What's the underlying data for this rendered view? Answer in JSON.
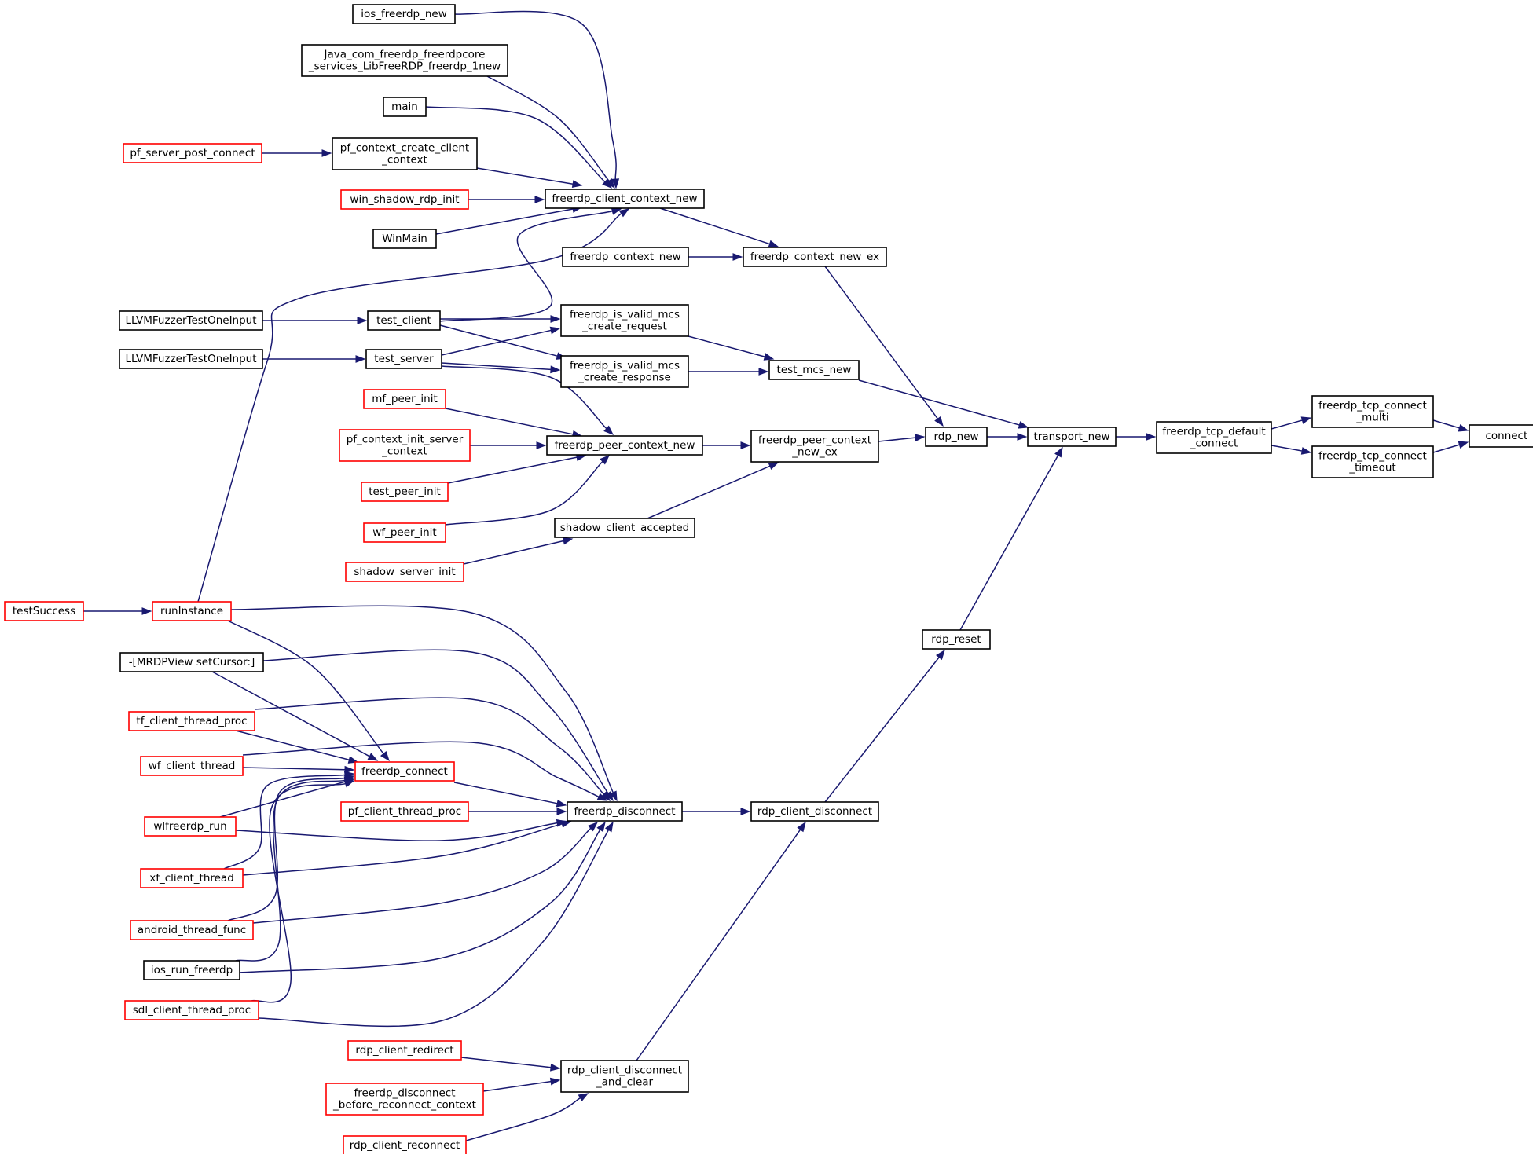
{
  "colors": {
    "edge": "#191970",
    "node_border": "#000000",
    "node_border_unresolved": "#ff0000",
    "node_highlight_fill": "#bfbfbf",
    "background": "#ffffff"
  },
  "nodes": {
    "n_connect": {
      "lines": [
        "_connect"
      ],
      "kind": "highlight"
    },
    "n_multi": {
      "lines": [
        "freerdp_tcp_connect",
        "_multi"
      ],
      "kind": "normal"
    },
    "n_timeout": {
      "lines": [
        "freerdp_tcp_connect",
        "_timeout"
      ],
      "kind": "normal"
    },
    "n_default": {
      "lines": [
        "freerdp_tcp_default",
        "_connect"
      ],
      "kind": "normal"
    },
    "n_transport": {
      "lines": [
        "transport_new"
      ],
      "kind": "normal"
    },
    "n_rdpnew": {
      "lines": [
        "rdp_new"
      ],
      "kind": "normal"
    },
    "n_rdpreset": {
      "lines": [
        "rdp_reset"
      ],
      "kind": "normal"
    },
    "n_testmcs": {
      "lines": [
        "test_mcs_new"
      ],
      "kind": "normal"
    },
    "n_ctxnewex": {
      "lines": [
        "freerdp_context_new_ex"
      ],
      "kind": "normal"
    },
    "n_peerctxex": {
      "lines": [
        "freerdp_peer_context",
        "_new_ex"
      ],
      "kind": "normal"
    },
    "n_rdpclientdisc": {
      "lines": [
        "rdp_client_disconnect"
      ],
      "kind": "normal"
    },
    "n_clientctxnew": {
      "lines": [
        "freerdp_client_context_new"
      ],
      "kind": "normal"
    },
    "n_ctxnew": {
      "lines": [
        "freerdp_context_new"
      ],
      "kind": "normal"
    },
    "n_mcsreq": {
      "lines": [
        "freerdp_is_valid_mcs",
        "_create_request"
      ],
      "kind": "normal"
    },
    "n_mcsresp": {
      "lines": [
        "freerdp_is_valid_mcs",
        "_create_response"
      ],
      "kind": "normal"
    },
    "n_peerctxnew": {
      "lines": [
        "freerdp_peer_context_new"
      ],
      "kind": "normal"
    },
    "n_shadowaccepted": {
      "lines": [
        "shadow_client_accepted"
      ],
      "kind": "normal"
    },
    "n_disconnect": {
      "lines": [
        "freerdp_disconnect"
      ],
      "kind": "normal"
    },
    "n_discclear": {
      "lines": [
        "rdp_client_disconnect",
        "_and_clear"
      ],
      "kind": "normal"
    },
    "n_iosnew": {
      "lines": [
        "ios_freerdp_new"
      ],
      "kind": "normal"
    },
    "n_java": {
      "lines": [
        "Java_com_freerdp_freerdpcore",
        "_services_LibFreeRDP_freerdp_1new"
      ],
      "kind": "normal"
    },
    "n_main": {
      "lines": [
        "main"
      ],
      "kind": "normal"
    },
    "n_pfcreate": {
      "lines": [
        "pf_context_create_client",
        "_context"
      ],
      "kind": "normal"
    },
    "n_pfpost": {
      "lines": [
        "pf_server_post_connect"
      ],
      "kind": "unresolved"
    },
    "n_winshadow": {
      "lines": [
        "win_shadow_rdp_init"
      ],
      "kind": "unresolved"
    },
    "n_winmain": {
      "lines": [
        "WinMain"
      ],
      "kind": "normal"
    },
    "n_testclient": {
      "lines": [
        "test_client"
      ],
      "kind": "normal"
    },
    "n_testserver": {
      "lines": [
        "test_server"
      ],
      "kind": "normal"
    },
    "n_fuzz1": {
      "lines": [
        "LLVMFuzzerTestOneInput"
      ],
      "kind": "normal"
    },
    "n_fuzz2": {
      "lines": [
        "LLVMFuzzerTestOneInput"
      ],
      "kind": "normal"
    },
    "n_mfpeer": {
      "lines": [
        "mf_peer_init"
      ],
      "kind": "unresolved"
    },
    "n_pfinit": {
      "lines": [
        "pf_context_init_server",
        "_context"
      ],
      "kind": "unresolved"
    },
    "n_testpeer": {
      "lines": [
        "test_peer_init"
      ],
      "kind": "unresolved"
    },
    "n_wfpeer": {
      "lines": [
        "wf_peer_init"
      ],
      "kind": "unresolved"
    },
    "n_shadowserver": {
      "lines": [
        "shadow_server_init"
      ],
      "kind": "unresolved"
    },
    "n_runinstance": {
      "lines": [
        "runInstance"
      ],
      "kind": "unresolved"
    },
    "n_testsuccess": {
      "lines": [
        "testSuccess"
      ],
      "kind": "unresolved"
    },
    "n_mrdp": {
      "lines": [
        "-[MRDPView setCursor:]"
      ],
      "kind": "normal"
    },
    "n_tfclient": {
      "lines": [
        "tf_client_thread_proc"
      ],
      "kind": "unresolved"
    },
    "n_wfclient": {
      "lines": [
        "wf_client_thread"
      ],
      "kind": "unresolved"
    },
    "n_fconnect": {
      "lines": [
        "freerdp_connect"
      ],
      "kind": "unresolved"
    },
    "n_pfclient": {
      "lines": [
        "pf_client_thread_proc"
      ],
      "kind": "unresolved"
    },
    "n_wlf": {
      "lines": [
        "wlfreerdp_run"
      ],
      "kind": "unresolved"
    },
    "n_xf": {
      "lines": [
        "xf_client_thread"
      ],
      "kind": "unresolved"
    },
    "n_android": {
      "lines": [
        "android_thread_func"
      ],
      "kind": "unresolved"
    },
    "n_iosrun": {
      "lines": [
        "ios_run_freerdp"
      ],
      "kind": "normal"
    },
    "n_sdl": {
      "lines": [
        "sdl_client_thread_proc"
      ],
      "kind": "unresolved"
    },
    "n_redirect": {
      "lines": [
        "rdp_client_redirect"
      ],
      "kind": "unresolved"
    },
    "n_beforereconnect": {
      "lines": [
        "freerdp_disconnect",
        "_before_reconnect_context"
      ],
      "kind": "unresolved"
    },
    "n_reconnect": {
      "lines": [
        "rdp_client_reconnect"
      ],
      "kind": "unresolved"
    }
  }
}
